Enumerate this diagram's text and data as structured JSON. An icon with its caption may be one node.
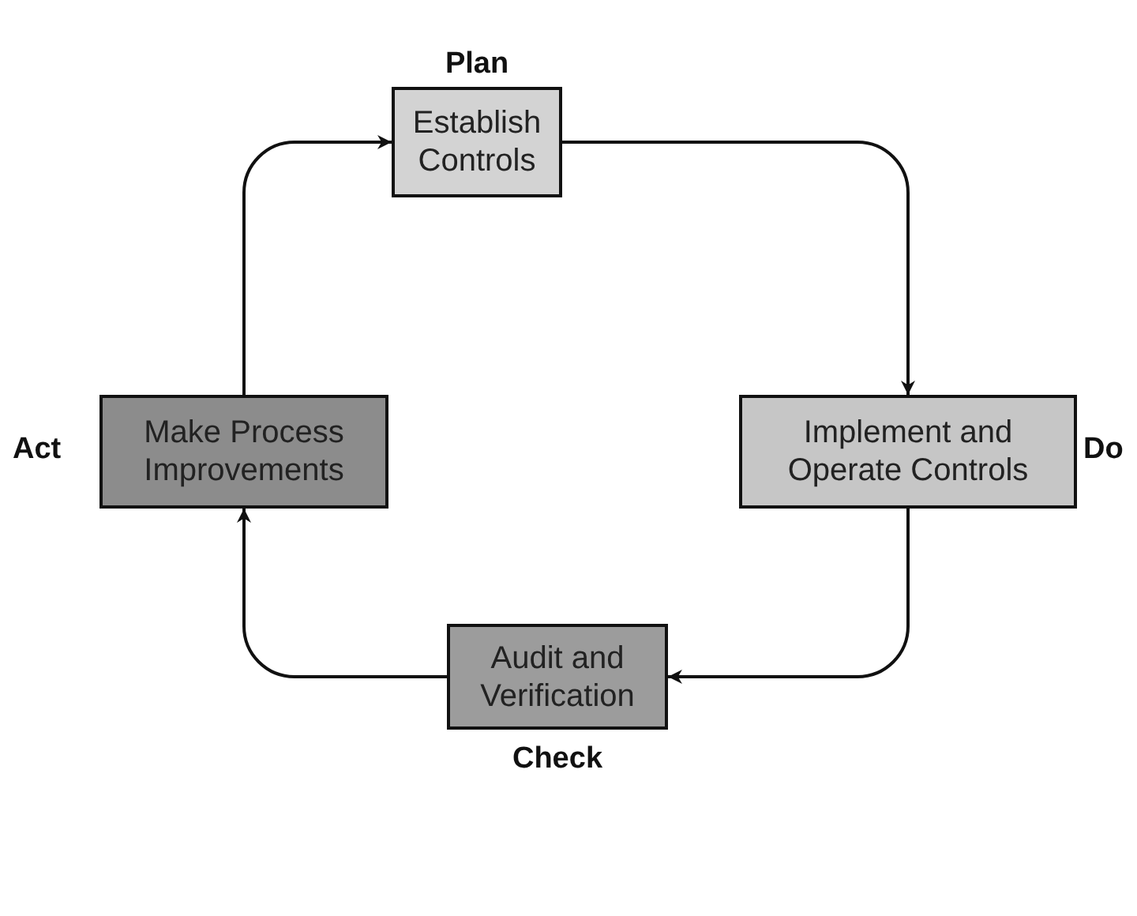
{
  "diagram": {
    "nodes": [
      {
        "text": [
          "Establish Controls"
        ],
        "beside": [
          "Plan"
        ]
      },
      {
        "text": [
          "Implement and Operate Controls"
        ],
        "beside": [
          "Do"
        ]
      },
      {
        "text": [
          "Audit and Verification"
        ],
        "beside": [
          "Check"
        ]
      },
      {
        "text": [
          "Make Process Improvements"
        ],
        "beside": [
          "Act"
        ]
      }
    ],
    "edges": [
      {
        "from": 0,
        "to": 1,
        "arrow": "to"
      },
      {
        "from": 1,
        "to": 2,
        "arrow": "to"
      },
      {
        "from": 2,
        "to": 3,
        "arrow": "to"
      },
      {
        "from": 3,
        "to": 0,
        "arrow": "to"
      }
    ]
  }
}
